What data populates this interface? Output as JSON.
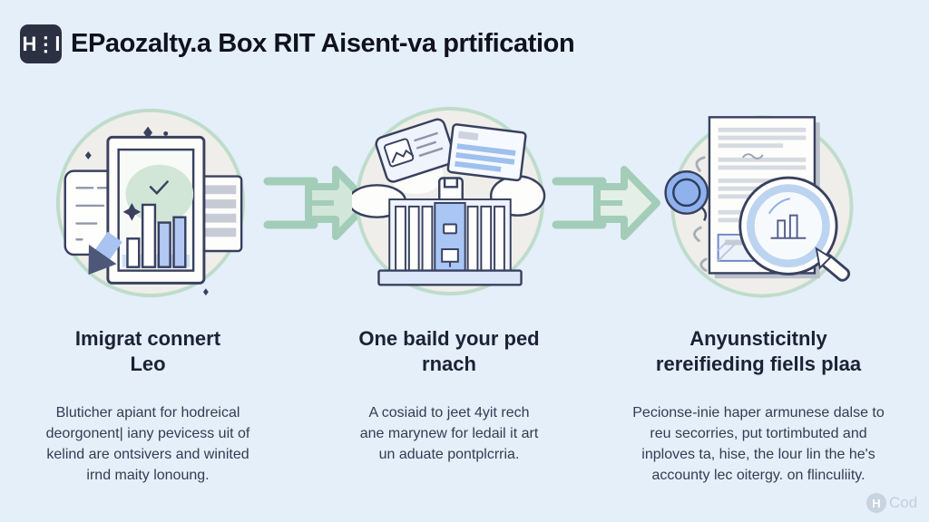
{
  "header": {
    "badge_text": "H⋮l",
    "title": "EPaozalty.a Box RIT Aisent-va prtification"
  },
  "steps": [
    {
      "illustration": "chart-document-import-illustration",
      "heading": "Imigrat connert\nLeo",
      "body": "Bluticher apiant for hodreical\ndeorgonent| iany pevicess uit of\nkelind are ontsivers and winited\nirnd maity lonoung."
    },
    {
      "illustration": "building-processing-illustration",
      "heading": "One baild your ped\nrnach",
      "body": "A cosiaid to jeet 4yit rech\nane marynew for ledail it art\nun aduate pontplcrria."
    },
    {
      "illustration": "document-magnifier-review-illustration",
      "heading": "Anyunsticitnly\nrereifieding fiells plaa",
      "body": "Pecionse-inie haper armunese dalse to\nreu secorries, put tortimbuted and\ninploves ta, hise, the lour lin the he's\naccounty lec oitergy. on flinculiity."
    }
  ],
  "watermark": {
    "icon_letter": "H",
    "label": "Cod"
  },
  "colors": {
    "background": "#e4effa",
    "title_text": "#10121e",
    "heading_text": "#1c2136",
    "body_text": "#333c52",
    "badge_bg": "#2b3142",
    "circle_fill": "#efeeea",
    "circle_ring": "#bfdccb",
    "arrow": "#a3cdb8",
    "illustration_outline": "#39415f",
    "illustration_blue": "#a9c4f0",
    "illustration_blue_light": "#cfdff7"
  }
}
